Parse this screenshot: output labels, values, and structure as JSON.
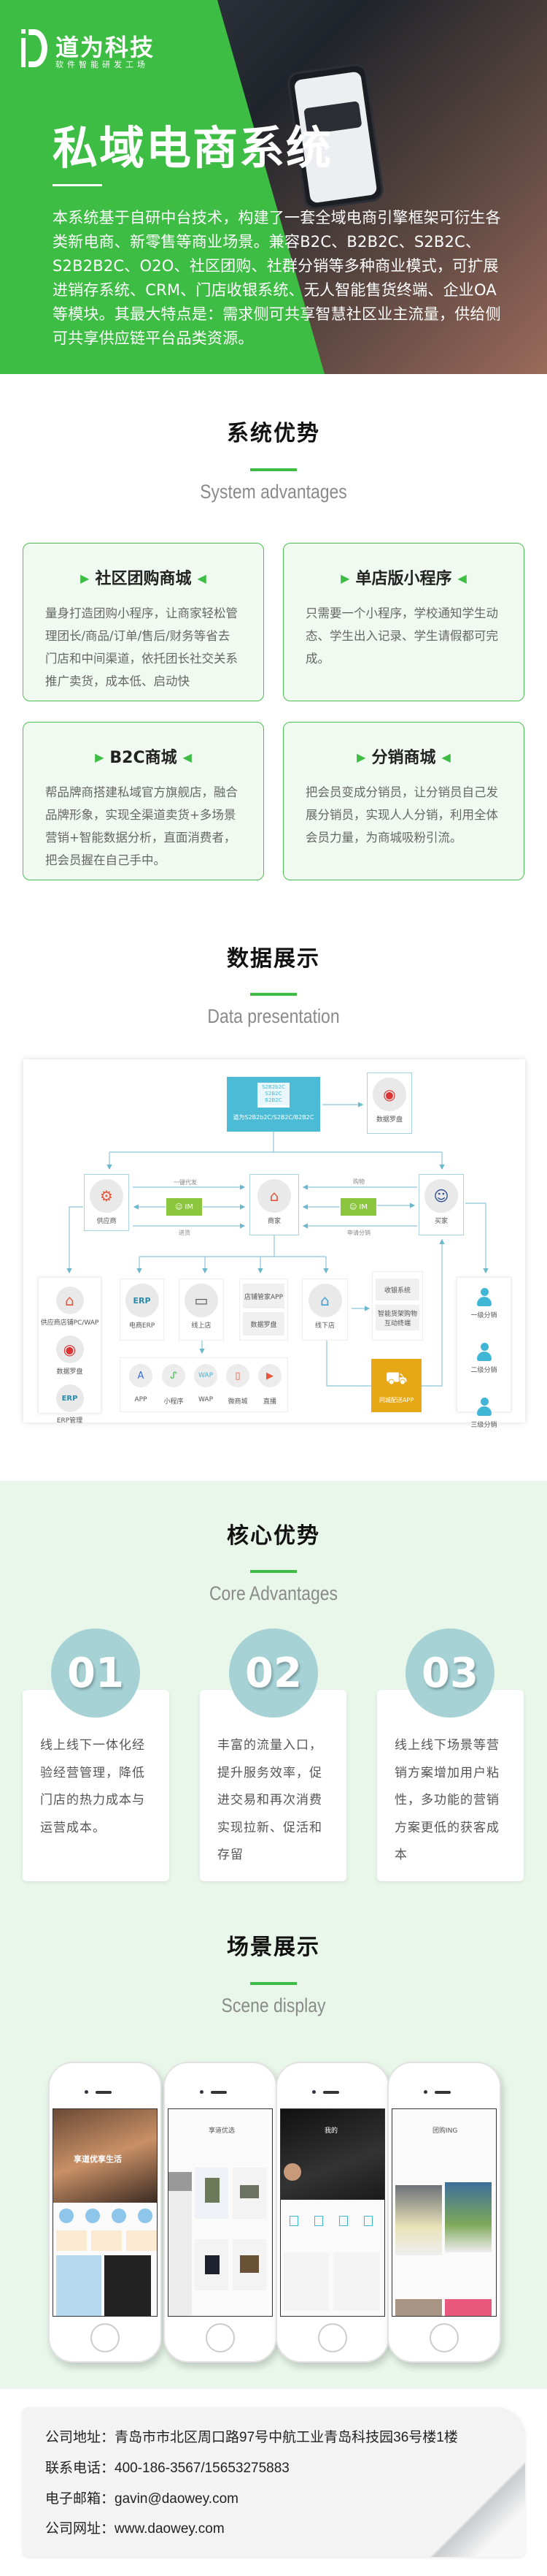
{
  "hero": {
    "logo_name": "道为科技",
    "logo_sub": "软件智能研发工场",
    "title": "私域电商系统",
    "description": "本系统基于自研中台技术，构建了一套全域电商引擎框架可衍生各类新电商、新零售等商业场景。兼容B2C、B2B2C、S2B2C、S2B2B2C、O2O、社区团购、社群分销等多种商业模式，可扩展进销存系统、CRM、门店收银系统、无人智能售货终端、企业OA等模块。其最大特点是：需求侧可共享智慧社区业主流量，供给侧可共享供应链平台品类资源。"
  },
  "system_advantages": {
    "title": "系统优势",
    "subtitle": "System advantages",
    "cards": [
      {
        "title": "社区团购商城",
        "text": "量身打造团购小程序，让商家轻松管理团长/商品/订单/售后/财务等省去门店和中间渠道，依托团长社交关系推广卖货，成本低、启动快"
      },
      {
        "title": "单店版小程序",
        "text": "只需要一个小程序，学校通知学生动态、学生出入记录、学生请假都可完成。"
      },
      {
        "title": "B2C商城",
        "text": "帮品牌商搭建私域官方旗舰店，融合品牌形象，实现全渠道卖货+多场景营销+智能数据分析，直面消费者，把会员握在自己手中。"
      },
      {
        "title": "分销商城",
        "text": "把会员变成分销员，让分销员自己发展分销员，实现人人分销，利用全体会员力量，为商城吸粉引流。"
      }
    ]
  },
  "data_presentation": {
    "title": "数据展示",
    "subtitle": "Data presentation",
    "diagram": {
      "platform_lines": [
        "S2B2b2C",
        "S2B2C",
        "B2B2C"
      ],
      "platform_label": "道为S2B2b2C/S2B2C/B2B2C",
      "compass": "数据罗盘",
      "supplier": "供应商",
      "merchant": "商家",
      "buyer": "买家",
      "im": "IM",
      "flow_dropship": "一键代发",
      "flow_stock": "进货",
      "flow_purchase": "购物",
      "flow_apply": "申请分销",
      "left_col": [
        "供应商店铺PC/WAP",
        "数据罗盘",
        "ERP管理"
      ],
      "erp": "电商ERP",
      "online_store": "线上店",
      "store_app": "店铺管家APP",
      "store_compass": "数据罗盘",
      "offline_store": "线下店",
      "cashier": "收银系统",
      "smart_shelf": "智能货架购物互动终端",
      "delivery": "同城配送APP",
      "channels": [
        "APP",
        "小程序",
        "WAP",
        "微商城",
        "直播"
      ],
      "distribution": [
        "一级分销",
        "二级分销",
        "三级分销"
      ]
    }
  },
  "core_advantages": {
    "title": "核心优势",
    "subtitle": "Core Advantages",
    "items": [
      {
        "num": "01",
        "text": "线上线下一体化经验经营管理，降低门店的热力成本与运营成本。"
      },
      {
        "num": "02",
        "text": "丰富的流量入口，提升服务效率，促进交易和再次消费实现拉新、促活和存留"
      },
      {
        "num": "03",
        "text": "线上线下场景等营销方案增加用户粘性，多功能的营销方案更低的获客成本"
      }
    ]
  },
  "scene_display": {
    "title": "场景展示",
    "subtitle": "Scene display",
    "phones": [
      {
        "screen_title": "享道优享生活"
      },
      {
        "screen_title": "享道优选"
      },
      {
        "screen_title": "我的"
      },
      {
        "screen_title": "团购ING"
      }
    ]
  },
  "contact": {
    "address_label": "公司地址：",
    "address": "青岛市市北区周口路97号中航工业青岛科技园36号楼1楼",
    "phone_label": "联系电话：",
    "phone": "400-186-3567/15653275883",
    "email_label": "电子邮箱：",
    "email": "gavin@daowey.com",
    "website_label": "公司网址：",
    "website": "www.daowey.com"
  },
  "colors": {
    "brand_green": "#3dbd44",
    "light_green_bg": "#e8f7ea",
    "diagram_cyan": "#4cbcd6",
    "im_green": "#8cc63f",
    "delivery_orange": "#e8a816",
    "circle_teal": "#a6d2d6"
  }
}
